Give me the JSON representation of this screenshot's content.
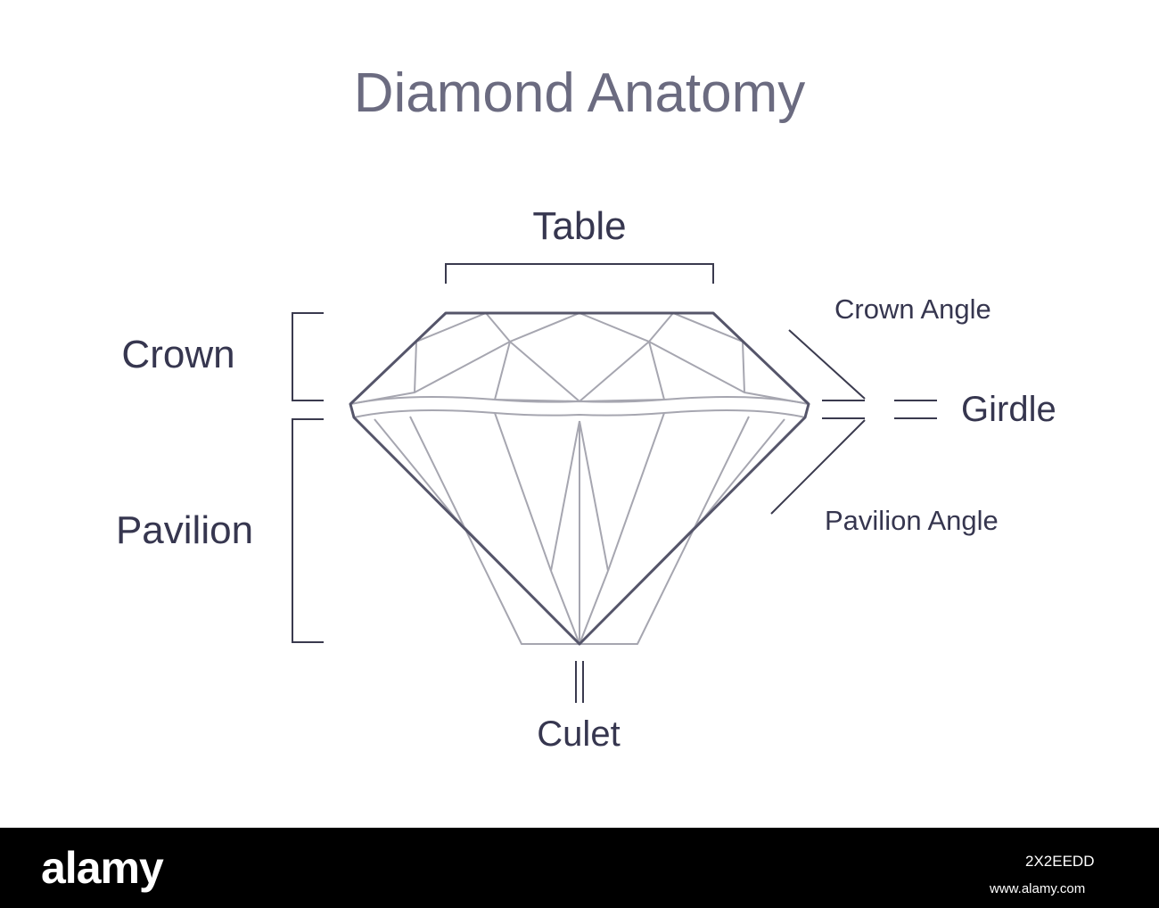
{
  "title": "Diamond Anatomy",
  "labels": {
    "table": "Table",
    "crown": "Crown",
    "pavilion": "Pavilion",
    "girdle": "Girdle",
    "culet": "Culet",
    "crown_angle": "Crown Angle",
    "pavilion_angle": "Pavilion Angle"
  },
  "footer": {
    "logo": "alamy",
    "image_id": "2X2EEDD",
    "url": "www.alamy.com"
  },
  "colors": {
    "outline": "#55556a",
    "facets": "#a6a6b0",
    "label": "#36364f",
    "title": "#6b6b80",
    "footer_bg": "#000000"
  }
}
